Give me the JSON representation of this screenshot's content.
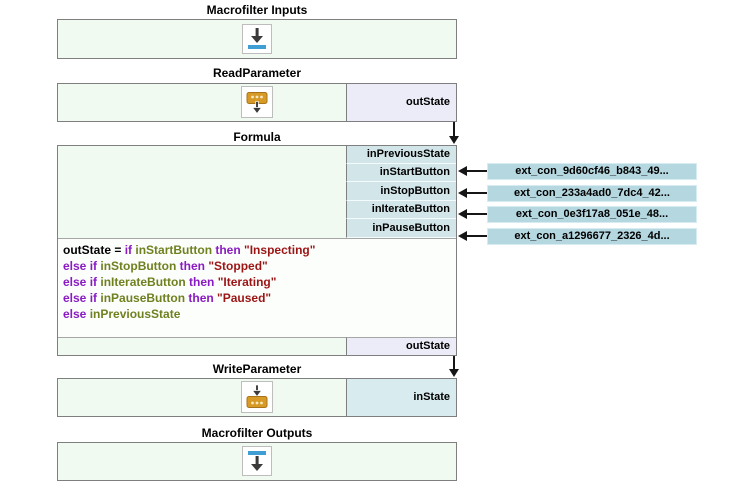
{
  "app": {
    "name": "macrofilter-dataflow-diagram"
  },
  "colors": {
    "block_bg": "#f1faf1",
    "block_border": "#7f7f7f",
    "input_port_bg": "#d2e5e9",
    "output_port_bg": "#ebecf7",
    "state_port_bg": "#d8ebef",
    "ext_con_bg": "#b5d7e0",
    "keyword": "#8a1ac2",
    "variable": "#6f801f",
    "string": "#9c1515",
    "arrow": "#161616",
    "icon_blue": "#3f9fd4",
    "icon_amber": "#d79a26"
  },
  "blocks": {
    "inputs": {
      "title": "Macrofilter Inputs",
      "icon": "macrofilter-input-icon"
    },
    "read_parameter": {
      "title": "ReadParameter",
      "icon": "read-parameter-icon",
      "output_port": "outState"
    },
    "formula": {
      "title": "Formula",
      "input_ports": [
        "inPreviousState",
        "inStartButton",
        "inStopButton",
        "inIterateButton",
        "inPauseButton"
      ],
      "output_port": "outState"
    },
    "write_parameter": {
      "title": "WriteParameter",
      "icon": "write-parameter-icon",
      "input_port": "inState"
    },
    "outputs": {
      "title": "Macrofilter Outputs",
      "icon": "macrofilter-output-icon"
    }
  },
  "external_connections": [
    "ext_con_9d60cf46_b843_49...",
    "ext_con_233a4ad0_7dc4_42...",
    "ext_con_0e3f17a8_051e_48...",
    "ext_con_a1296677_2326_4d..."
  ],
  "formula_code": {
    "lines": [
      [
        {
          "type": "plain",
          "text": "outState = "
        },
        {
          "type": "keyword",
          "text": "if"
        },
        {
          "type": "variable",
          "text": " inStartButton "
        },
        {
          "type": "keyword",
          "text": "then"
        },
        {
          "type": "string",
          "text": " \"Inspecting\""
        }
      ],
      [
        {
          "type": "keyword",
          "text": "else if"
        },
        {
          "type": "variable",
          "text": " inStopButton "
        },
        {
          "type": "keyword",
          "text": "then"
        },
        {
          "type": "string",
          "text": " \"Stopped\""
        }
      ],
      [
        {
          "type": "keyword",
          "text": "else if"
        },
        {
          "type": "variable",
          "text": " inIterateButton "
        },
        {
          "type": "keyword",
          "text": "then"
        },
        {
          "type": "string",
          "text": " \"Iterating\""
        }
      ],
      [
        {
          "type": "keyword",
          "text": "else if"
        },
        {
          "type": "variable",
          "text": " inPauseButton "
        },
        {
          "type": "keyword",
          "text": "then"
        },
        {
          "type": "string",
          "text": " \"Paused\""
        }
      ],
      [
        {
          "type": "keyword",
          "text": "else"
        },
        {
          "type": "variable",
          "text": " inPreviousState"
        }
      ]
    ]
  }
}
